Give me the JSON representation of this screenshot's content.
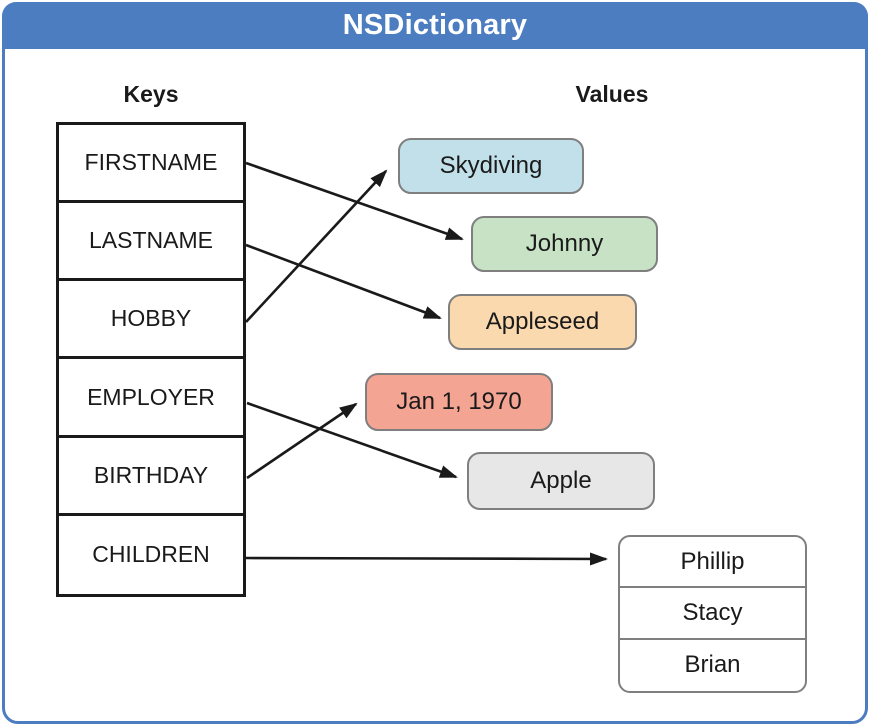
{
  "header": {
    "title": "NSDictionary"
  },
  "column_headings": {
    "keys": "Keys",
    "values": "Values"
  },
  "keys": [
    "FIRSTNAME",
    "LASTNAME",
    "HOBBY",
    "EMPLOYER",
    "BIRTHDAY",
    "CHILDREN"
  ],
  "values": {
    "skydiving": {
      "label": "Skydiving",
      "color": "#c2e0ea"
    },
    "johnny": {
      "label": "Johnny",
      "color": "#c8e2c6"
    },
    "appleseed": {
      "label": "Appleseed",
      "color": "#fad9af"
    },
    "birthday": {
      "label": "Jan 1, 1970",
      "color": "#f4a492"
    },
    "employer": {
      "label": "Apple",
      "color": "#e6e7e6"
    },
    "children": {
      "items": [
        "Phillip",
        "Stacy",
        "Brian"
      ],
      "color": "#ffffff"
    }
  },
  "mappings": [
    {
      "key": "FIRSTNAME",
      "value": "Johnny"
    },
    {
      "key": "LASTNAME",
      "value": "Appleseed"
    },
    {
      "key": "HOBBY",
      "value": "Skydiving"
    },
    {
      "key": "EMPLOYER",
      "value": "Apple"
    },
    {
      "key": "BIRTHDAY",
      "value": "Jan 1, 1970"
    },
    {
      "key": "CHILDREN",
      "value": "Phillip, Stacy, Brian"
    }
  ],
  "colors": {
    "header_bg": "#4b7dc0",
    "frame_border": "#4b7dc0",
    "box_border": "#7f7f7f",
    "table_border": "#1a1a1a",
    "arrow": "#1a1a1a"
  }
}
